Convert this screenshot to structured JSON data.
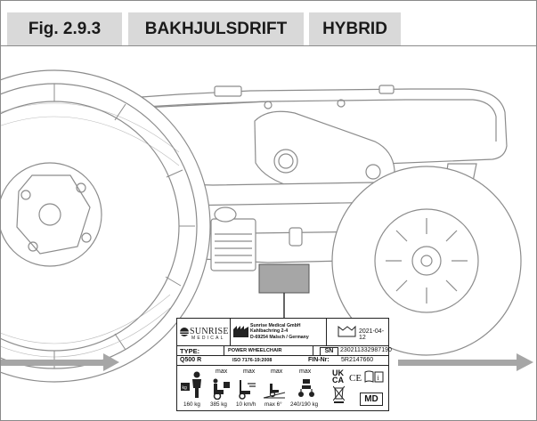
{
  "header": {
    "figure_number": "Fig. 2.9.3",
    "drive_type": "BAKHJULSDRIFT",
    "variant": "HYBRID"
  },
  "colors": {
    "tab_background": "#d9d9d9",
    "label_marker": "#a6a6a6",
    "direction_arrow": "#a6a6a6"
  },
  "illustration": {
    "subject": "power-wheelchair-base",
    "icons": [
      "left-arrow-icon",
      "right-arrow-icon"
    ]
  },
  "label": {
    "brand": "SUNRISE",
    "brand_sub": "MEDICAL",
    "manufacturer_lines": [
      "Sunrise Medical GmbH",
      "Kahlbachring 2-4",
      "D-69254 Malsch / Germany"
    ],
    "date": "2021-04-12",
    "type_label": "TYPE:",
    "product_type": "POWER WHEELCHAIR",
    "sn_label": "SN",
    "serial_number": "230211332987190",
    "model": "Q500 R",
    "standard": "ISO 7176-19:2008",
    "fin_label": "FIN-Nr:",
    "fin_number": "5R2147660",
    "max_text": "max",
    "ratings": {
      "user_weight": "160 kg",
      "max_load": "385 kg",
      "max_speed": "10 km/h",
      "max_slope": "max 6°",
      "axle_load": "240/190 kg"
    },
    "marks": {
      "ukca_top": "UK",
      "ukca_bottom": "CA",
      "ce": "CE",
      "md": "MD"
    }
  }
}
